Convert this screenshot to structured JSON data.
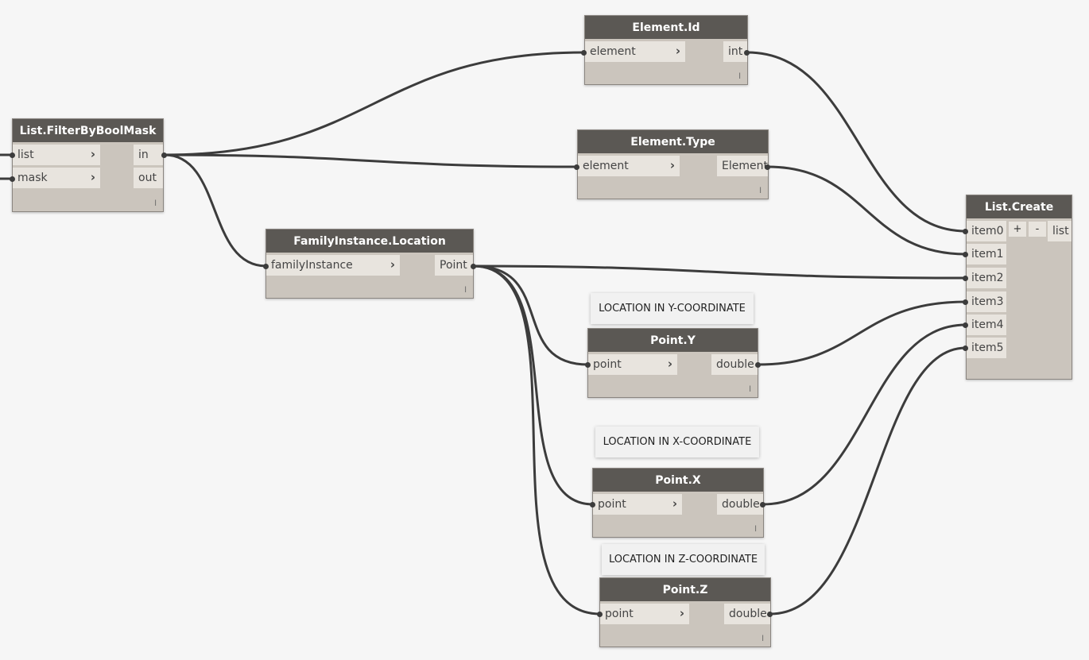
{
  "nodes": {
    "filter": {
      "title": "List.FilterByBoolMask",
      "inputs": [
        "list",
        "mask"
      ],
      "outputs": [
        "in",
        "out"
      ],
      "lacing": "l"
    },
    "element_id": {
      "title": "Element.Id",
      "inputs": [
        "element"
      ],
      "outputs": [
        "int"
      ],
      "lacing": "l"
    },
    "element_type": {
      "title": "Element.Type",
      "inputs": [
        "element"
      ],
      "outputs": [
        "Element"
      ],
      "lacing": "l"
    },
    "location": {
      "title": "FamilyInstance.Location",
      "inputs": [
        "familyInstance"
      ],
      "outputs": [
        "Point"
      ],
      "lacing": "l"
    },
    "point_y": {
      "title": "Point.Y",
      "inputs": [
        "point"
      ],
      "outputs": [
        "double"
      ],
      "lacing": "l"
    },
    "point_x": {
      "title": "Point.X",
      "inputs": [
        "point"
      ],
      "outputs": [
        "double"
      ],
      "lacing": "l"
    },
    "point_z": {
      "title": "Point.Z",
      "inputs": [
        "point"
      ],
      "outputs": [
        "double"
      ],
      "lacing": "l"
    },
    "list_create": {
      "title": "List.Create",
      "inputs": [
        "item0",
        "item1",
        "item2",
        "item3",
        "item4",
        "item5"
      ],
      "outputs": [
        "list"
      ],
      "add_label": "+",
      "remove_label": "-",
      "lacing": "l"
    }
  },
  "notes": {
    "y": "LOCATION IN Y-COORDINATE",
    "x": "LOCATION IN X-COORDINATE",
    "z": "LOCATION IN Z-COORDINATE"
  },
  "icons": {
    "input_chevron": "chevron-right-icon"
  },
  "colors": {
    "canvas": "#f6f6f6",
    "node_body": "#cbc5bd",
    "node_header": "#5b5854",
    "port": "#e8e4de",
    "wire": "#3c3c3c"
  }
}
